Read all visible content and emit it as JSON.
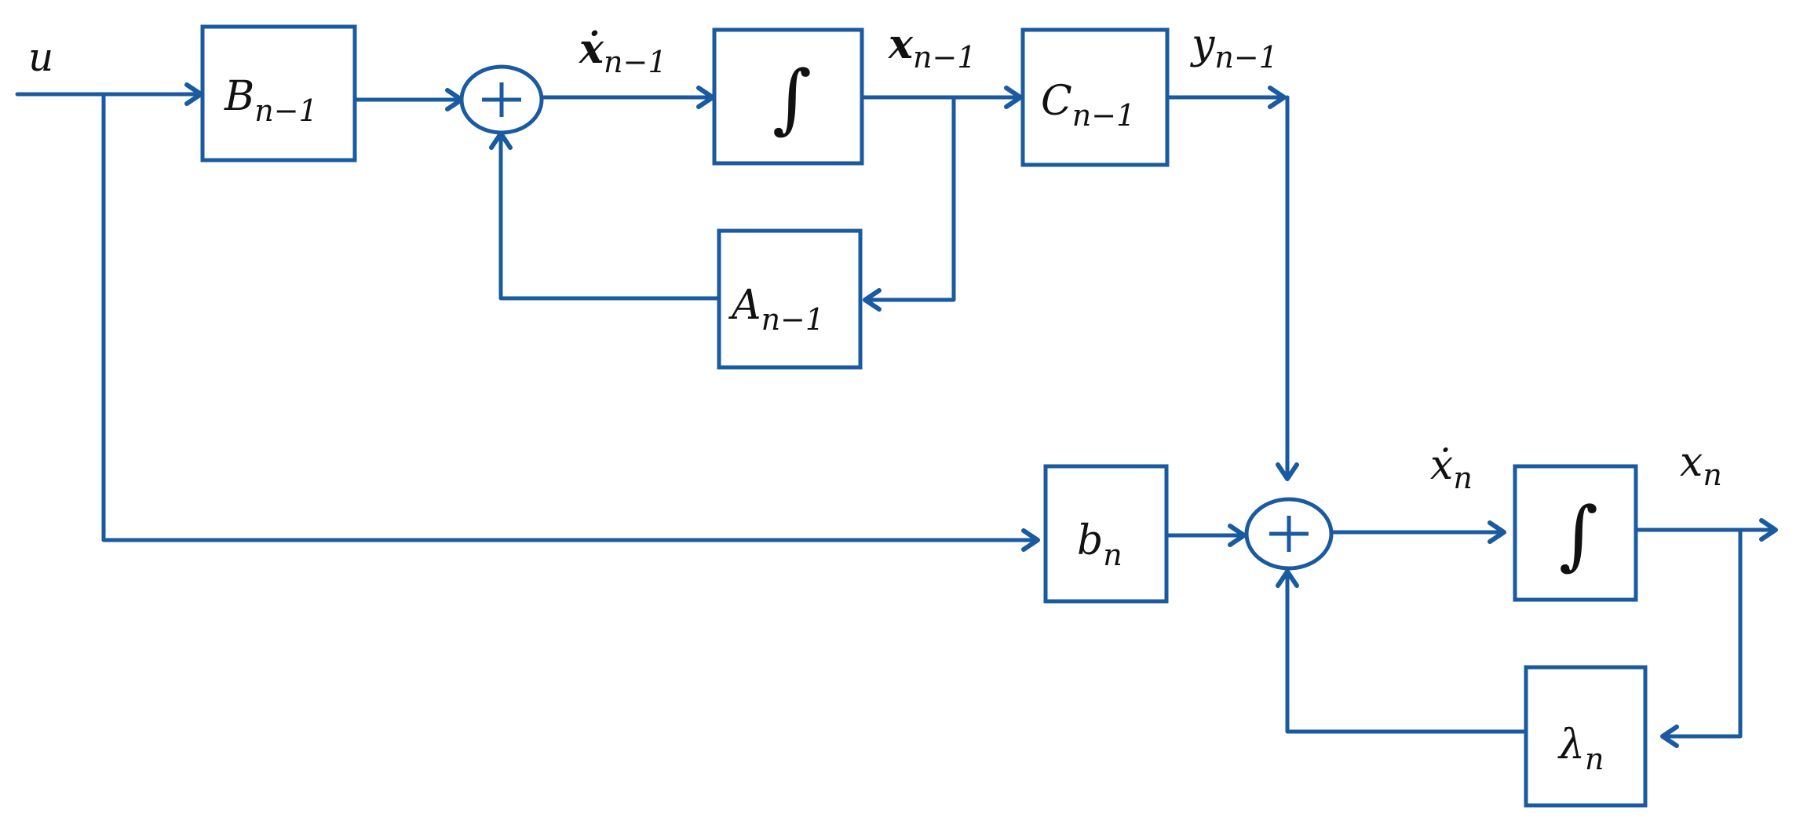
{
  "colors": {
    "line": "#1a5aa0",
    "text": "#111111"
  },
  "signals": {
    "input": "u",
    "xdot_prev": {
      "base": "ẋ",
      "sub": "n−1"
    },
    "x_prev": {
      "base": "x",
      "sub": "n−1"
    },
    "y_prev": {
      "base": "y",
      "sub": "n−1"
    },
    "xdot_n": {
      "base": "ẋ",
      "sub": "n"
    },
    "x_n": {
      "base": "x",
      "sub": "n"
    }
  },
  "blocks": {
    "B": {
      "base": "B",
      "sub": "n−1"
    },
    "integrator_top": "∫",
    "C": {
      "base": "C",
      "sub": "n−1"
    },
    "A": {
      "base": "A",
      "sub": "n−1"
    },
    "b": {
      "base": "b",
      "sub": "n"
    },
    "integrator_bottom": "∫",
    "lambda": {
      "base": "λ",
      "sub": "n"
    }
  },
  "summing_junction_symbol": "+"
}
